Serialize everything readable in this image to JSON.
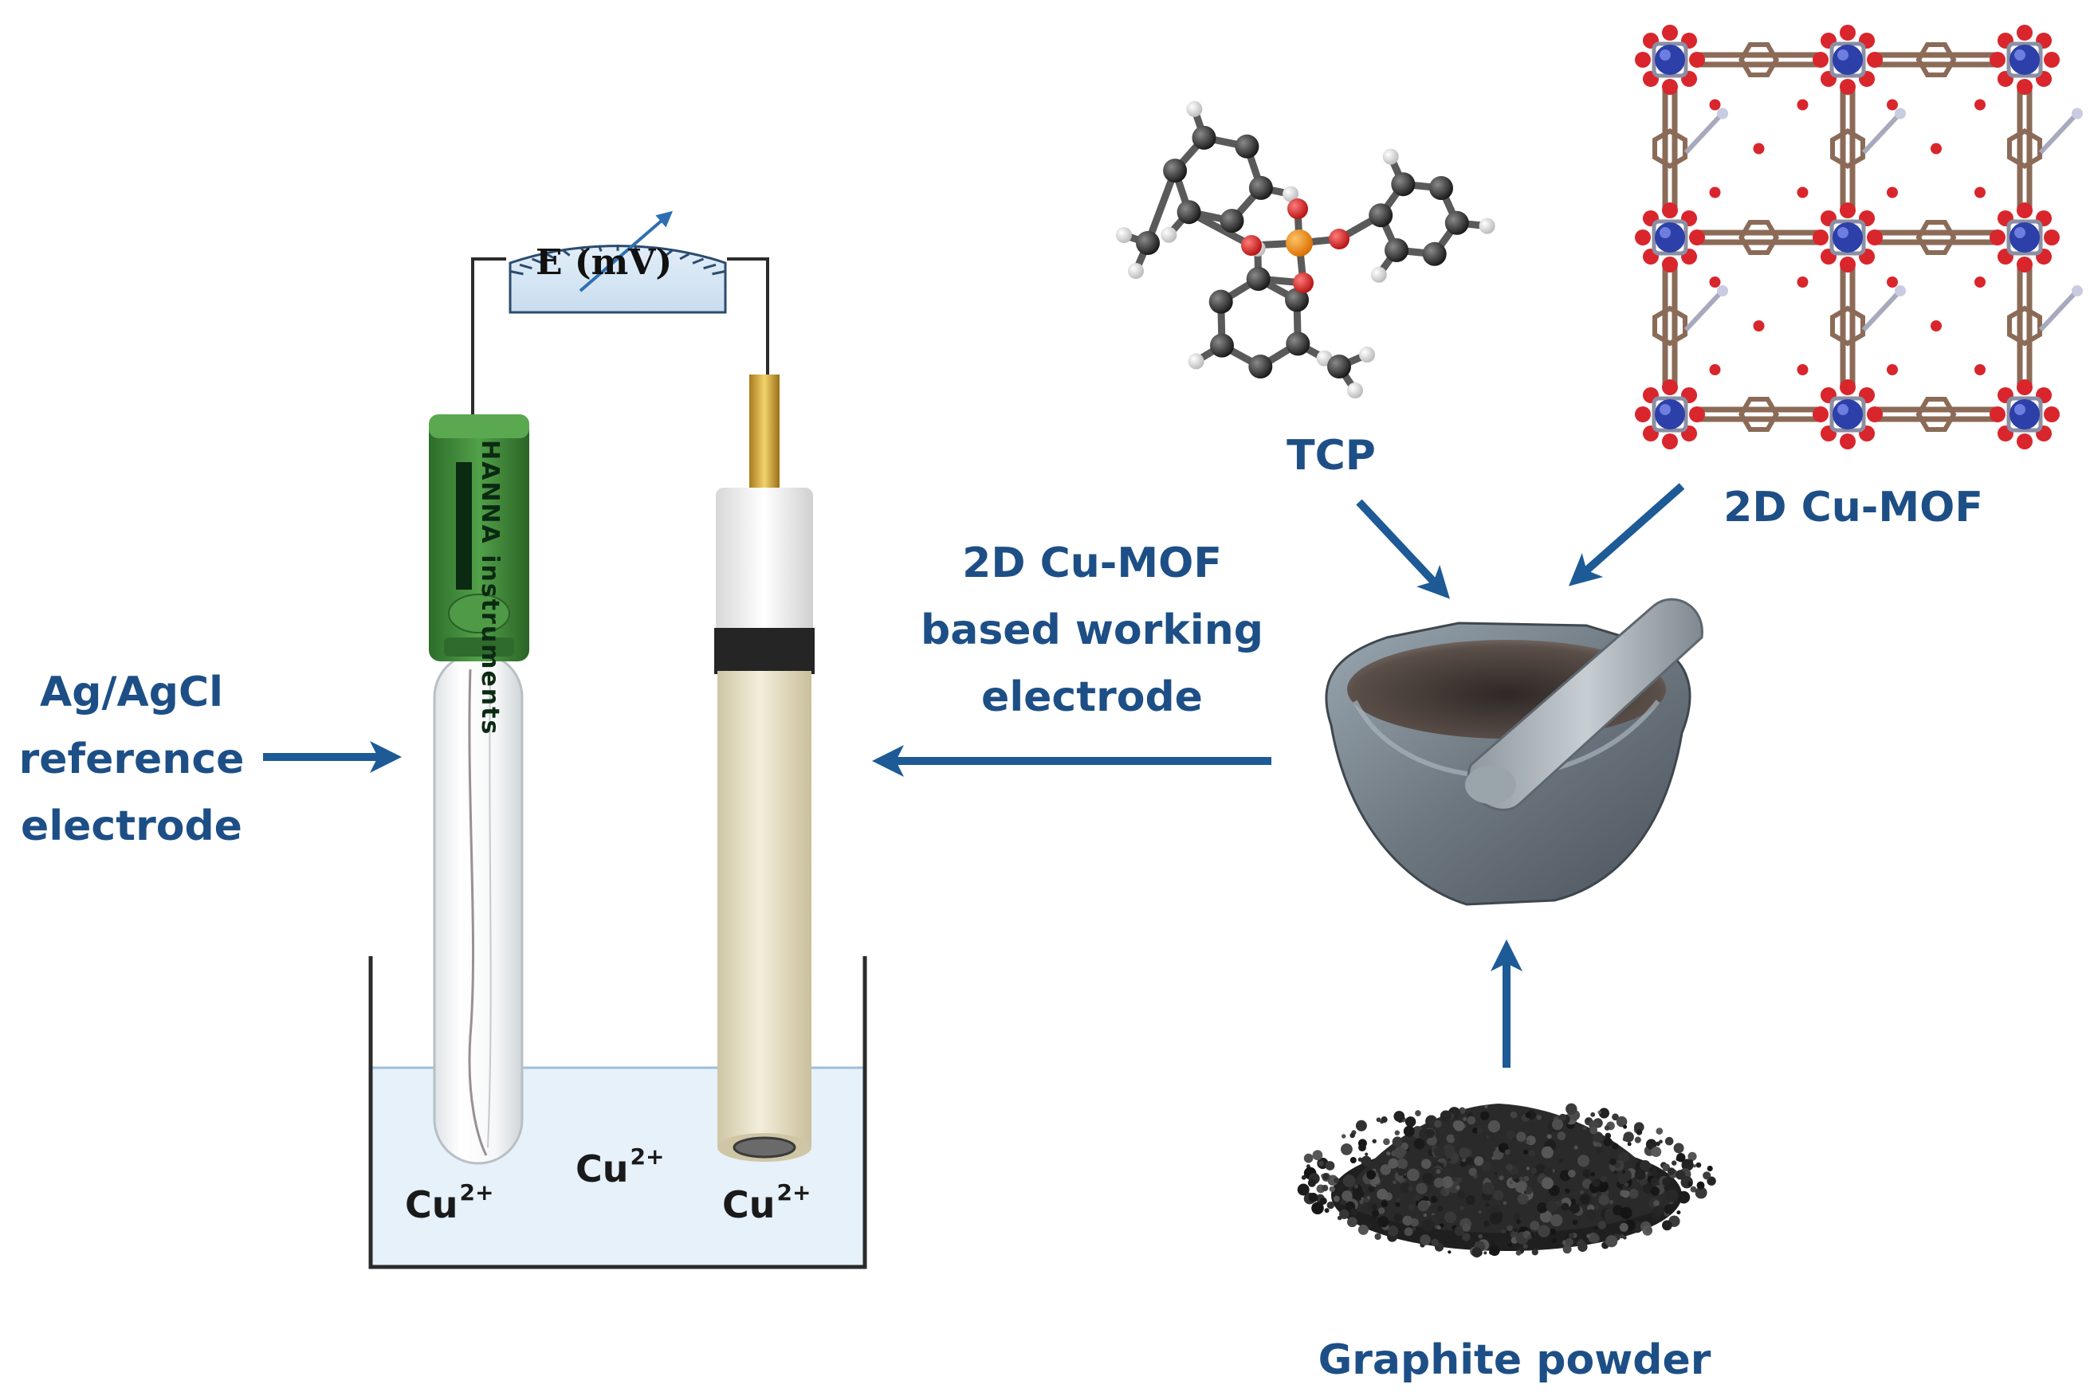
{
  "meter": {
    "label": "E (mV)"
  },
  "reference_electrode": {
    "brand_text": "HANNA instruments",
    "label_lines": [
      "Ag/AgCl",
      "reference",
      "electrode"
    ]
  },
  "working_electrode": {
    "label_lines": [
      "2D Cu-MOF",
      "based working",
      "electrode"
    ]
  },
  "components": {
    "tcp": "TCP",
    "mof": "2D Cu-MOF",
    "graphite": "Graphite powder"
  },
  "ions": [
    {
      "base": "Cu",
      "charge": "2+"
    },
    {
      "base": "Cu",
      "charge": "2+"
    },
    {
      "base": "Cu",
      "charge": "2+"
    }
  ],
  "colors": {
    "label": "#1d4f86",
    "arrow": "#1d5a96",
    "solution": "#e6f1fa",
    "reference_cap": "#3f8a3a",
    "working_body": "#ebe4cc",
    "mof_node": "#2d3fa8",
    "mof_oxygen": "#d8262c",
    "mof_linker": "#8b6b57"
  },
  "icons": [
    "voltmeter-icon",
    "reference-electrode-icon",
    "working-electrode-icon",
    "tcp-molecule-icon",
    "cu-mof-structure-icon",
    "mortar-pestle-icon",
    "graphite-powder-icon"
  ]
}
